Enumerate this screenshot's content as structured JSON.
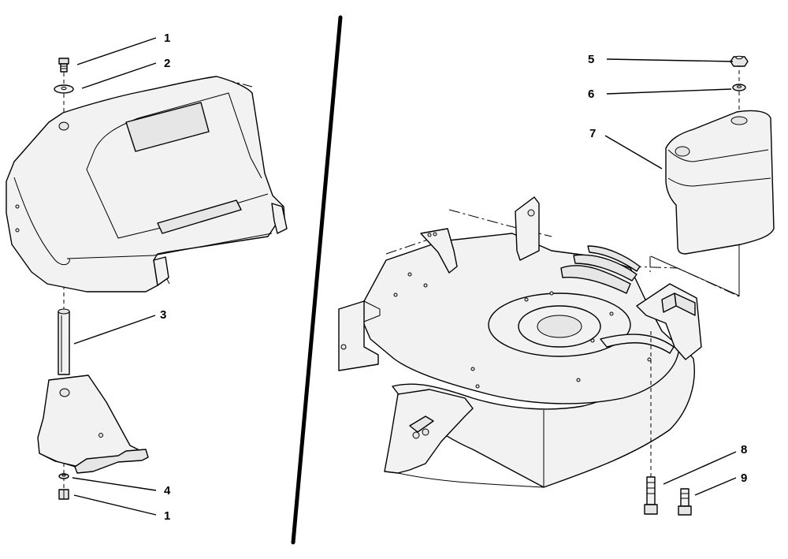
{
  "callouts": {
    "c1_top": "1",
    "c2": "2",
    "c3": "3",
    "c4": "4",
    "c1_bottom": "1",
    "c5": "5",
    "c6": "6",
    "c7": "7",
    "c8": "8",
    "c9": "9"
  }
}
